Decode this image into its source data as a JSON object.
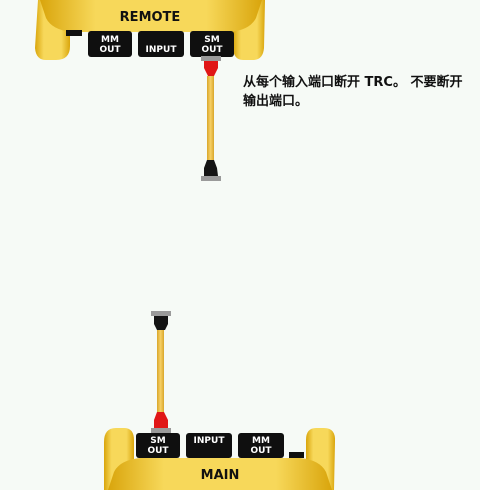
{
  "colors": {
    "body_yellow": "#f2c21a",
    "body_yellow_light": "#f7d85a",
    "body_yellow_dark": "#c99a0a",
    "port_black": "#0f0f0f",
    "cable_yellow": "#eec23e",
    "connector_red": "#e01616",
    "connector_black": "#141414",
    "ferrule_gray": "#9a9a9a",
    "background": "#f6faf6"
  },
  "remote": {
    "title": "REMOTE",
    "ports": {
      "mm_out": [
        "MM",
        "OUT"
      ],
      "input": [
        "INPUT"
      ],
      "sm_out": [
        "SM",
        "OUT"
      ]
    }
  },
  "main": {
    "title": "MAIN",
    "ports": {
      "sm_out": [
        "SM",
        "OUT"
      ],
      "input": [
        "INPUT"
      ],
      "mm_out": [
        "MM",
        "OUT"
      ]
    }
  },
  "instruction": "从每个输入端口断开 TRC。 不要断开输出端口。"
}
